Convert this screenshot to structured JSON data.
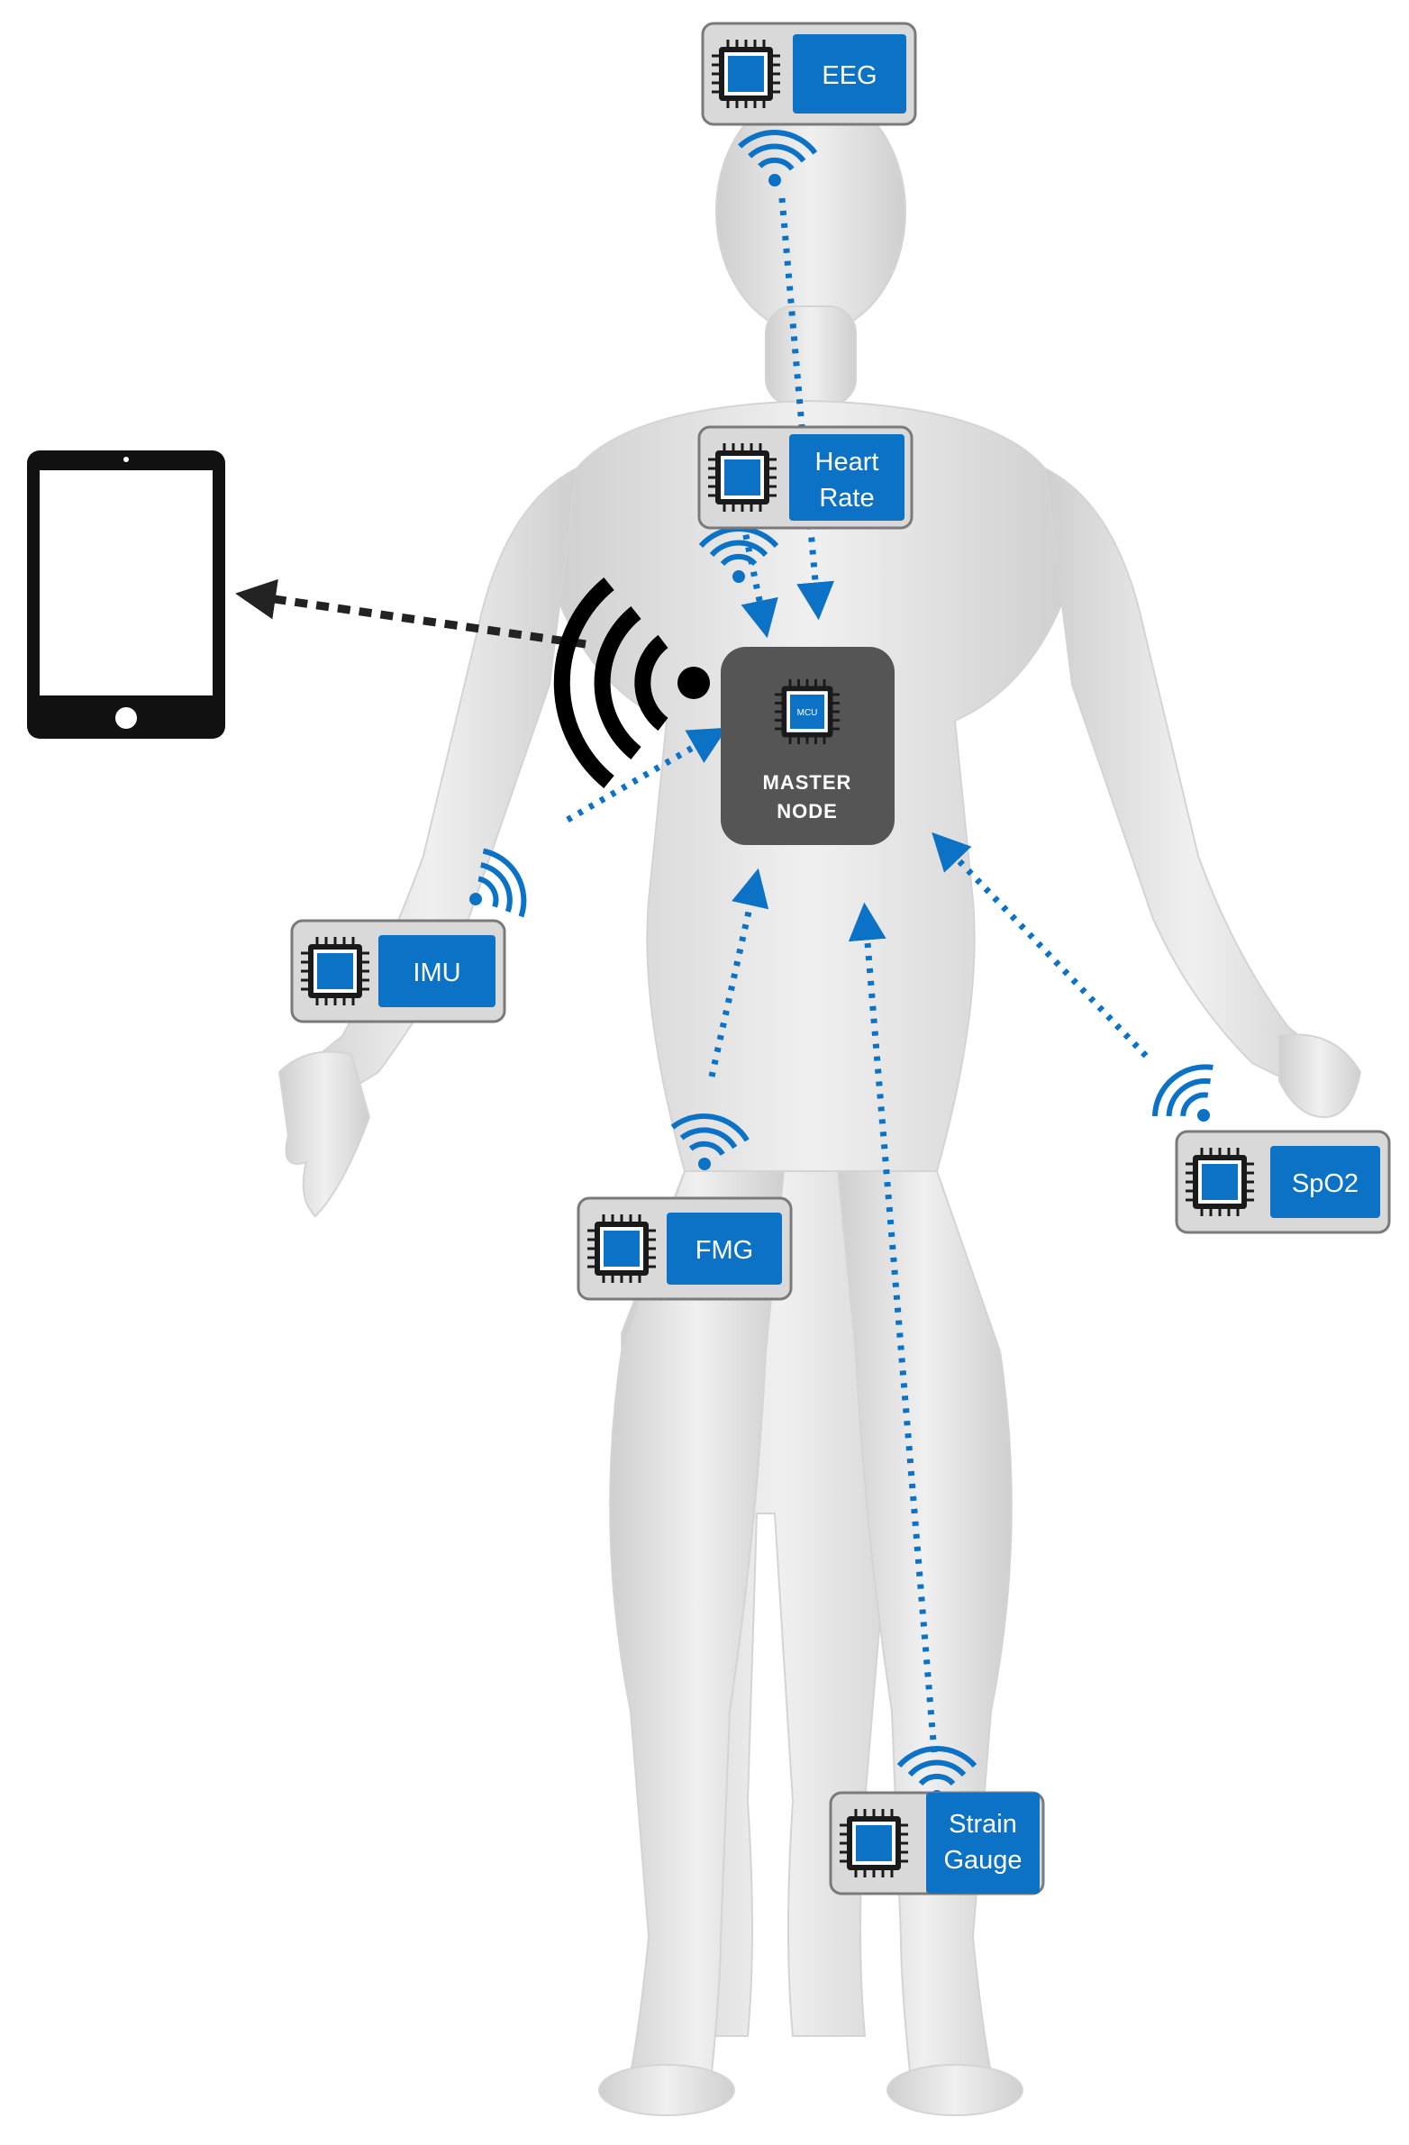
{
  "diagram": {
    "master_node": {
      "line1": "MASTER",
      "line2": "NODE",
      "chip_label": "MCU"
    },
    "sensors": [
      {
        "id": "eeg",
        "lines": [
          "EEG"
        ]
      },
      {
        "id": "heart-rate",
        "lines": [
          "Heart",
          "Rate"
        ]
      },
      {
        "id": "imu",
        "lines": [
          "IMU"
        ]
      },
      {
        "id": "fmg",
        "lines": [
          "FMG"
        ]
      },
      {
        "id": "spo2",
        "lines": [
          "SpO2"
        ]
      },
      {
        "id": "strain-gauge",
        "lines": [
          "Strain",
          "Gauge"
        ]
      }
    ],
    "colors": {
      "accent_blue": "#0b72c6",
      "master_gray": "#555555",
      "link_dark": "#222222",
      "body_gray": "#e4e4e4"
    },
    "icons": [
      "tablet-icon",
      "wifi-broadcast-icon",
      "wifi-signal-icon",
      "microchip-icon"
    ]
  }
}
